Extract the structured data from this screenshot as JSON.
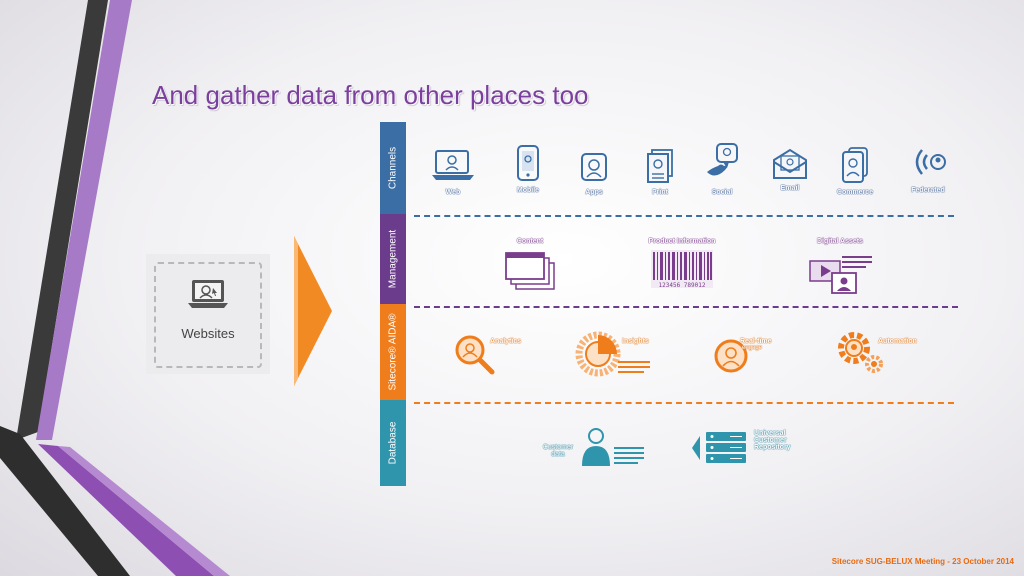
{
  "slide": {
    "title": "And gather data from other places too",
    "footer": "Sitecore SUG-BELUX Meeting - 23 October 2014"
  },
  "source": {
    "label": "Websites",
    "icon": "laptop-icon"
  },
  "layers": [
    {
      "label": "Channels",
      "color": "#3a6ea5"
    },
    {
      "label": "Management",
      "color": "#6b3b8c"
    },
    {
      "label": "Sitecore® AIDA®",
      "color": "#f07d1c"
    },
    {
      "label": "Database",
      "color": "#2f95ad"
    }
  ],
  "channels": [
    {
      "label": "Web",
      "icon": "laptop-icon"
    },
    {
      "label": "Mobile",
      "icon": "phone-icon"
    },
    {
      "label": "Apps",
      "icon": "app-icon"
    },
    {
      "label": "Print",
      "icon": "print-icon"
    },
    {
      "label": "Social",
      "icon": "twitter-icon"
    },
    {
      "label": "Email",
      "icon": "email-icon"
    },
    {
      "label": "Commerce",
      "icon": "commerce-icon"
    },
    {
      "label": "Federated",
      "icon": "wifi-icon"
    }
  ],
  "management": [
    {
      "label": "Content",
      "icon": "windows-icon"
    },
    {
      "label": "Product Information",
      "icon": "barcode-icon",
      "code": "123456 789012"
    },
    {
      "label": "Digital Assets",
      "icon": "media-icon"
    }
  ],
  "aida": [
    {
      "label": "Analytics",
      "icon": "magnifier-icon"
    },
    {
      "label": "Insights",
      "icon": "pie-icon"
    },
    {
      "label": "Real-time",
      "sub": "engage",
      "icon": "realtime-icon"
    },
    {
      "label": "Automation",
      "icon": "gears-icon"
    }
  ],
  "database": [
    {
      "label": "Customer",
      "sub": "data",
      "icon": "person-icon"
    },
    {
      "label": "Universal",
      "sub": "Customer",
      "sub2": "Repository",
      "icon": "server-icon"
    }
  ],
  "colors": {
    "title": "#7b3f9e",
    "accent_orange": "#f07d1c",
    "channel_blue": "#3a6ea5",
    "management_purple": "#6b3b8c",
    "database_teal": "#2f95ad"
  }
}
